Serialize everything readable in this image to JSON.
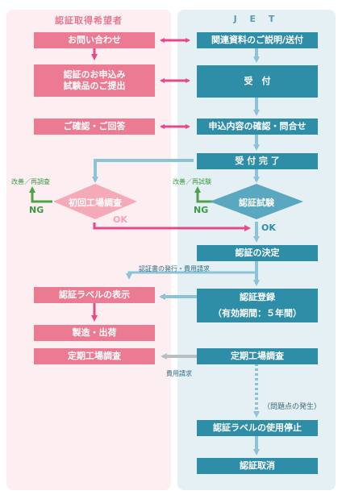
{
  "colors": {
    "applicant_panel": "#fdeef1",
    "jet_panel": "#e5f0f4",
    "pink_box": "#ec7a92",
    "teal_box": "#2e8ea8",
    "pink_arrow": "#e8488a",
    "blue_arrow": "#8cc3d6",
    "gray_arrow": "#b7bfc4",
    "ng_green": "#4ea24a"
  },
  "headers": {
    "applicant": "認証取得希望者",
    "jet": "J E T"
  },
  "applicant_boxes": {
    "inquiry": "お問い合わせ",
    "apply_line1": "認証のお申込み",
    "apply_line2": "試験品のご提出",
    "confirm_reply": "ご確認・ご回答",
    "label_display": "認証ラベルの表示",
    "manufacture": "製造・出荷",
    "periodic_check": "定期工場調査"
  },
  "jet_boxes": {
    "docs": "関連資料のご説明/送付",
    "reception": "受　付",
    "confirm_content": "申込内容の確認・問合せ",
    "reception_done": "受 付 完 了",
    "decision": "認証の決定",
    "registration": "認証登録",
    "validity": "（有効期間：５年間）",
    "periodic_survey": "定期工場調査",
    "stop_label": "認証ラベルの使用停止",
    "cancel": "認証取消"
  },
  "diamonds": {
    "initial_factory": "初回工場調査",
    "cert_test": "認証試験"
  },
  "annotations": {
    "improve_retest": "改善／再調査",
    "improve_retest2": "改善／再試験",
    "ng1": "NG",
    "ng2": "NG",
    "ok1": "OK",
    "ok2": "OK",
    "certificate_issue": "認証書の発行・費用請求",
    "fee_request": "費用請求",
    "problem": "（問題点の発生）"
  }
}
